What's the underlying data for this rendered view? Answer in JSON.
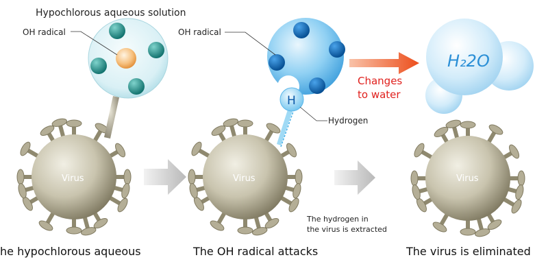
{
  "title": "Hypochlorous aqueous solution",
  "labels": {
    "oh_radical_1": "OH radical",
    "oh_radical_2": "OH radical",
    "hydrogen": "Hydrogen",
    "h_atom": "H",
    "water_formula": "H₂2O",
    "changes_line1": "Changes",
    "changes_line2": "to water",
    "virus": "Virus",
    "extract_line1": "The hydrogen in",
    "extract_line2": "the virus is extracted"
  },
  "captions": {
    "step1": "he hypochlorous aqueous",
    "step2": "The OH radical attacks",
    "step3": "The virus is eliminated"
  },
  "colors": {
    "virus_body": "#c9c4ae",
    "virus_shadow": "#8a8470",
    "bubble": "#dff3f7",
    "teal_dot": "#1f958f",
    "orange_dot": "#f2a95a",
    "blue_bubble": "#6cc1ee",
    "blue_dot": "#0a68b8",
    "arrow_red": "#ec5a2a",
    "changes_text": "#e0201d",
    "gray_arrow": "#c8c8c8"
  }
}
